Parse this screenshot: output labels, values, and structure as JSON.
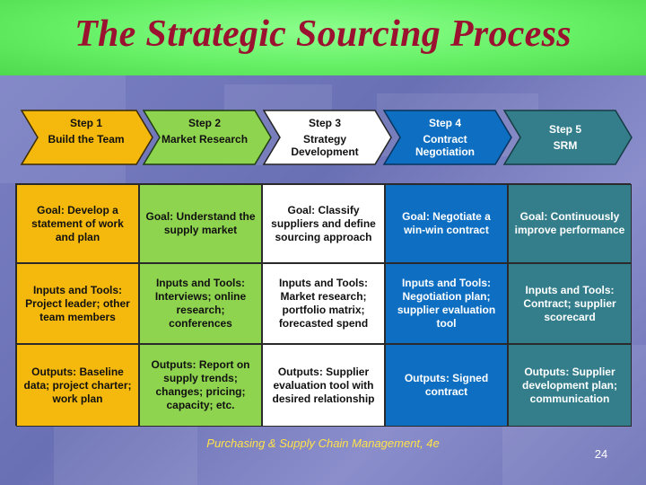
{
  "title": "The Strategic Sourcing Process",
  "steps": [
    {
      "label": "Step 1",
      "name": "Build the Team",
      "color": "#f5b80c",
      "text_color": "#111111"
    },
    {
      "label": "Step 2",
      "name": "Market Research",
      "color": "#8fd44e",
      "text_color": "#111111"
    },
    {
      "label": "Step 3",
      "name": "Strategy Development",
      "color": "#ffffff",
      "text_color": "#111111"
    },
    {
      "label": "Step 4",
      "name": "Contract Negotiation",
      "color": "#0e6fc2",
      "text_color": "#ffffff"
    },
    {
      "label": "Step 5",
      "name": "SRM",
      "color": "#347e8c",
      "text_color": "#ffffff"
    }
  ],
  "table": {
    "goal": [
      "Goal: Develop a statement of work and plan",
      "Goal: Understand the supply market",
      "Goal: Classify suppliers and define sourcing approach",
      "Goal: Negotiate a win-win contract",
      "Goal: Continuously improve performance"
    ],
    "inputs": [
      "Inputs and Tools: Project leader; other team members",
      "Inputs and Tools: Interviews; online research; conferences",
      "Inputs and Tools: Market research; portfolio matrix; forecasted spend",
      "Inputs and Tools: Negotiation plan; supplier evaluation tool",
      "Inputs and Tools: Contract; supplier scorecard"
    ],
    "outputs": [
      "Outputs: Baseline data; project charter; work plan",
      "Outputs: Report on supply trends; changes; pricing; capacity; etc.",
      "Outputs: Supplier evaluation tool with desired relationship",
      "Outputs: Signed contract",
      "Outputs: Supplier development plan; communication"
    ]
  },
  "footer": "Purchasing & Supply Chain Management, 4e",
  "page_number": "24"
}
